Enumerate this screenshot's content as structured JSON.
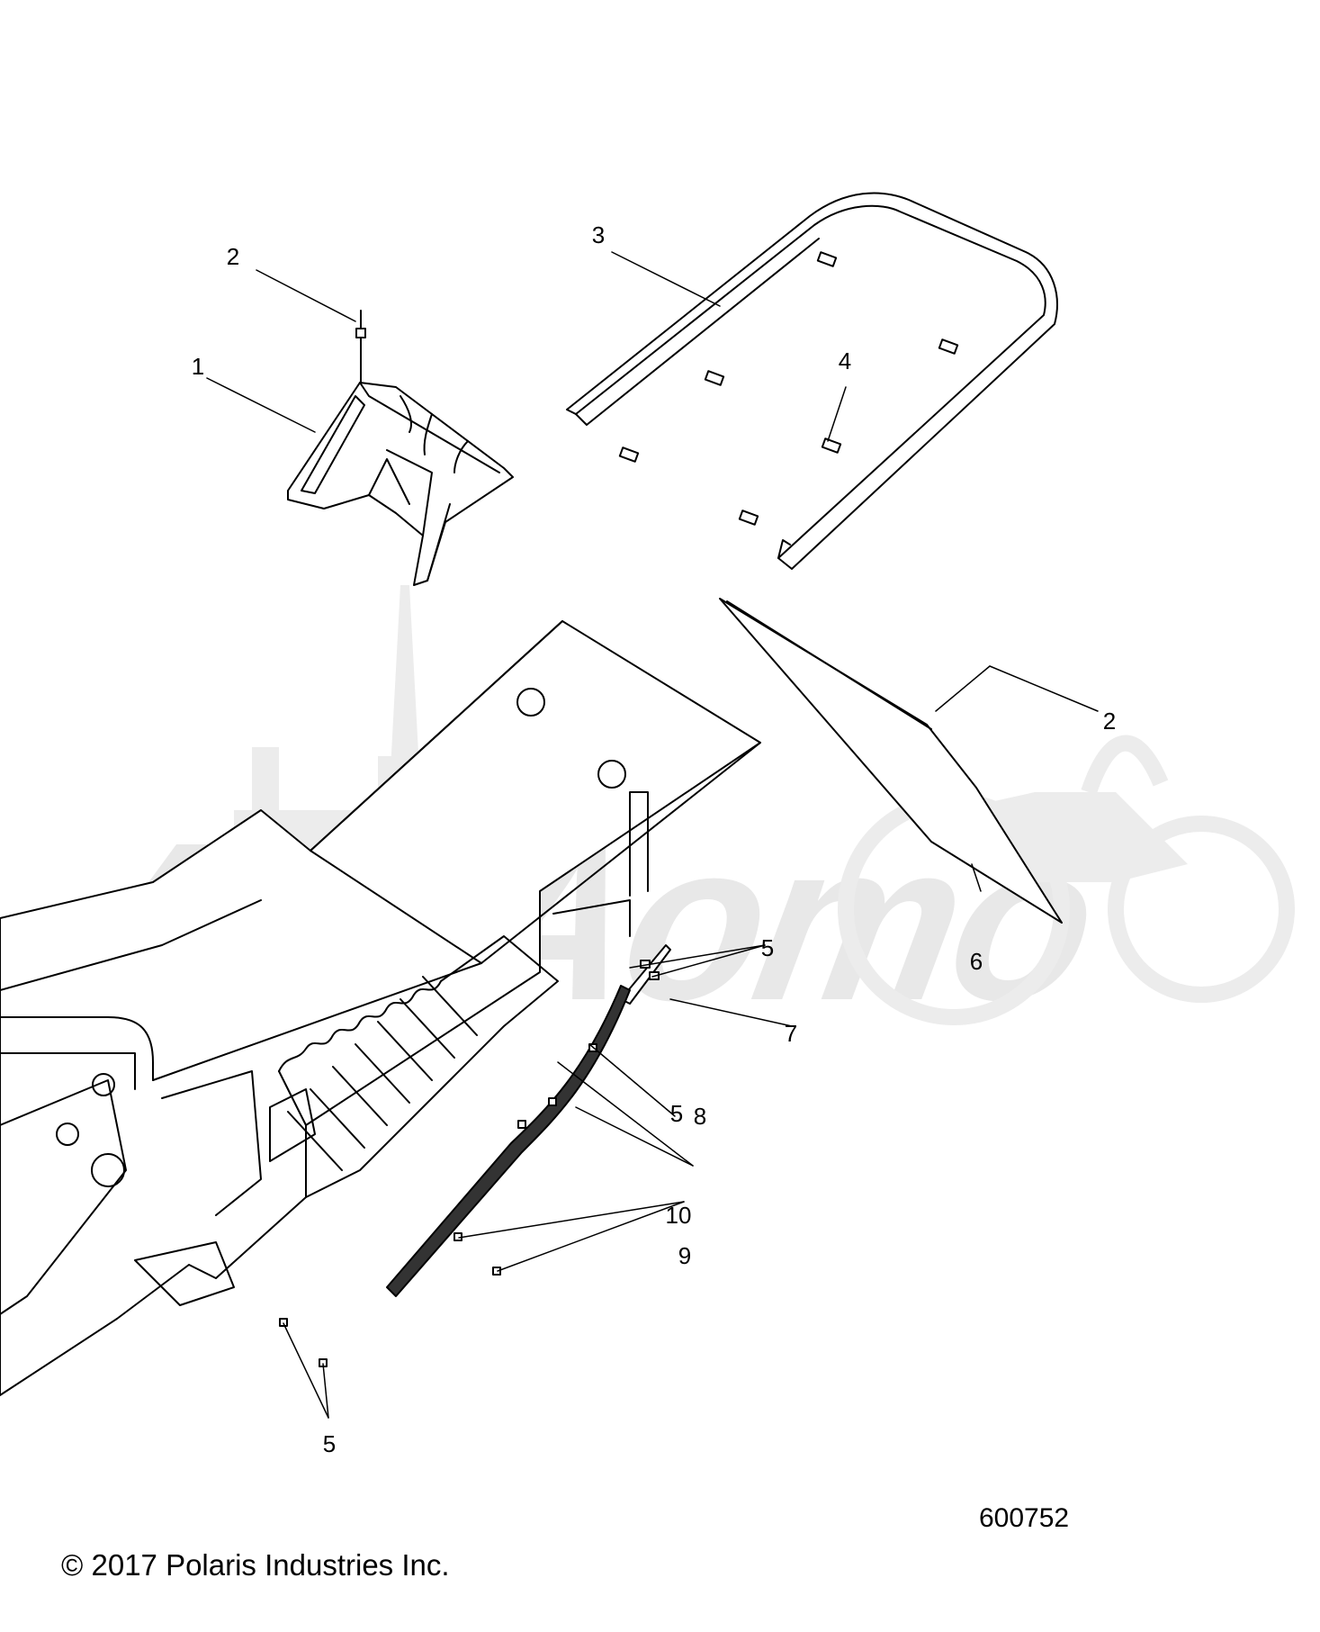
{
  "watermark": {
    "text": "AeliAomo"
  },
  "callouts": [
    {
      "id": "c1",
      "label": "1"
    },
    {
      "id": "c2a",
      "label": "2"
    },
    {
      "id": "c2b",
      "label": "2"
    },
    {
      "id": "c3",
      "label": "3"
    },
    {
      "id": "c4",
      "label": "4"
    },
    {
      "id": "c5a",
      "label": "5"
    },
    {
      "id": "c5b",
      "label": "5"
    },
    {
      "id": "c5c",
      "label": "5"
    },
    {
      "id": "c6",
      "label": "6"
    },
    {
      "id": "c7",
      "label": "7"
    },
    {
      "id": "c8",
      "label": "8"
    },
    {
      "id": "c9",
      "label": "9"
    },
    {
      "id": "c10",
      "label": "10"
    }
  ],
  "footer": {
    "copyright": "© 2017 Polaris Industries Inc.",
    "figure_number": "600752"
  }
}
